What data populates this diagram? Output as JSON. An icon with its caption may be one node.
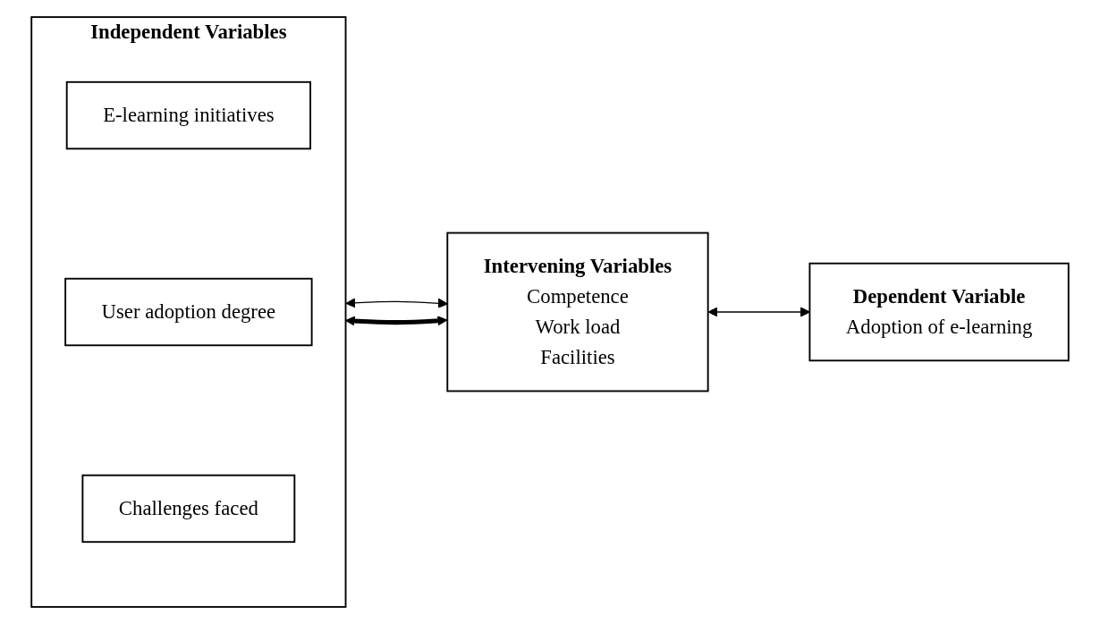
{
  "diagram": {
    "nodes": [
      {
        "text": [
          "Independent Variables"
        ]
      },
      {
        "text": [
          "E-learning initiatives"
        ],
        "in": 0
      },
      {
        "text": [
          "User adoption degree"
        ],
        "in": 0
      },
      {
        "text": [
          "Challenges faced"
        ],
        "in": 0
      },
      {
        "text": [
          "Intervening Variables",
          "Competence",
          "Work load",
          "Facilities"
        ]
      },
      {
        "text": [
          "Dependent Variable",
          "Adoption of e-learning"
        ]
      }
    ],
    "edges": [
      {
        "from": 0,
        "to": 4,
        "arrow": "both"
      },
      {
        "from": 4,
        "to": 5,
        "arrow": "both"
      },
      {
        "from": 4,
        "to": 0,
        "arrow": "both",
        "style": "thick"
      }
    ]
  }
}
